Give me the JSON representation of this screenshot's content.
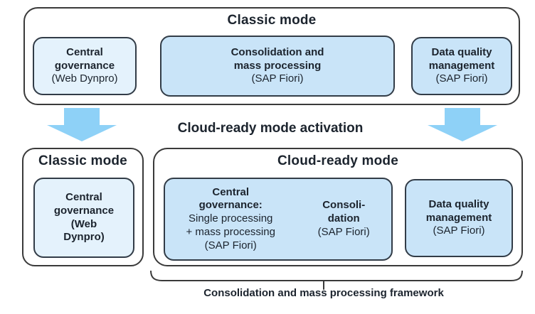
{
  "colors": {
    "light_box": "#e4f2fc",
    "medium_box": "#c9e4f8",
    "arrow": "#8ed1f7",
    "border": "#3a3a3a",
    "text": "#1c242e"
  },
  "top_panel": {
    "title": "Classic mode",
    "boxes": [
      {
        "name": "Central\ngovernance",
        "tech": "(Web Dynpro)"
      },
      {
        "name": "Consolidation and\nmass processing",
        "tech": "(SAP Fiori)"
      },
      {
        "name": "Data quality\nmanagement",
        "tech": "(SAP Fiori)"
      }
    ]
  },
  "activation": {
    "label": "Cloud-ready mode activation"
  },
  "bottom_left_panel": {
    "title": "Classic mode",
    "box": {
      "name": "Central\ngovernance\n(Web\nDynpro)"
    }
  },
  "bottom_right_panel": {
    "title": "Cloud-ready mode",
    "central_box": {
      "name": "Central\ngovernance:",
      "detail": "Single processing\n+ mass processing\n(SAP Fiori)",
      "consolidation_name": "Consoli-\ndation",
      "consolidation_tech": "(SAP Fiori)"
    },
    "data_quality_box": {
      "name": "Data quality\nmanagement",
      "tech": "(SAP Fiori)"
    }
  },
  "brace": {
    "label": "Consolidation and mass processing framework"
  }
}
